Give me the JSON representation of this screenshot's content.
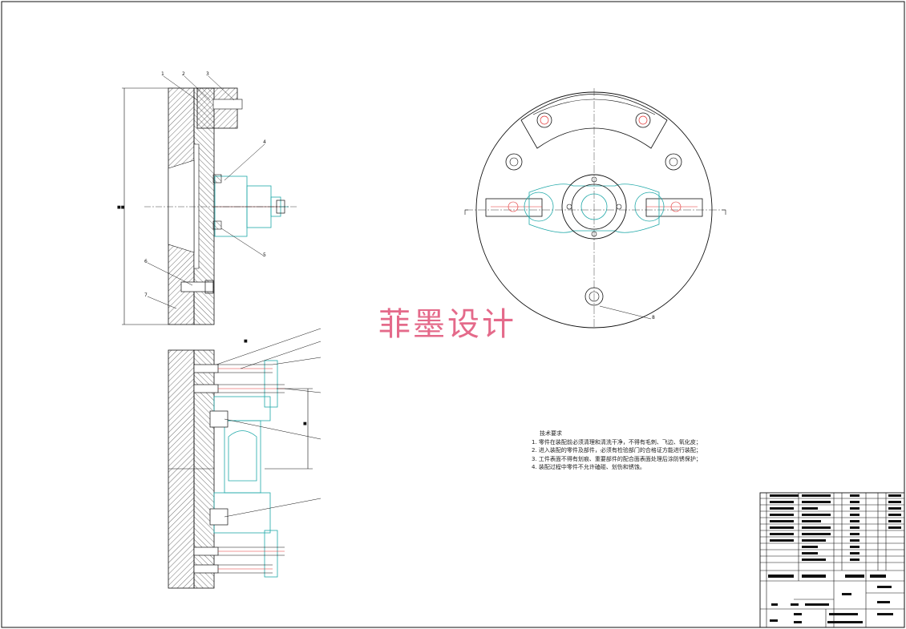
{
  "watermark": "菲墨设计",
  "technical_requirements": {
    "title": "技术要求",
    "items": [
      "1. 零件在装配前必须清理和清洗干净，不得有毛刺、飞边、氧化皮；",
      "2. 进入装配的零件及部件，必须有检验部门的合格证方能进行装配；",
      "3. 工件表面不得有划痕、重要部件的配合面表面处理后涂防锈保护；",
      "4. 装配过程中零件不允许磕碰、划伤和锈蚀。"
    ]
  },
  "balloons": [
    "1",
    "2",
    "3",
    "4",
    "5",
    "6",
    "7",
    "8"
  ],
  "colors": {
    "line": "#111111",
    "teal": "#1fa8a8",
    "red": "#e23030",
    "watermark": "#e25a7e"
  }
}
